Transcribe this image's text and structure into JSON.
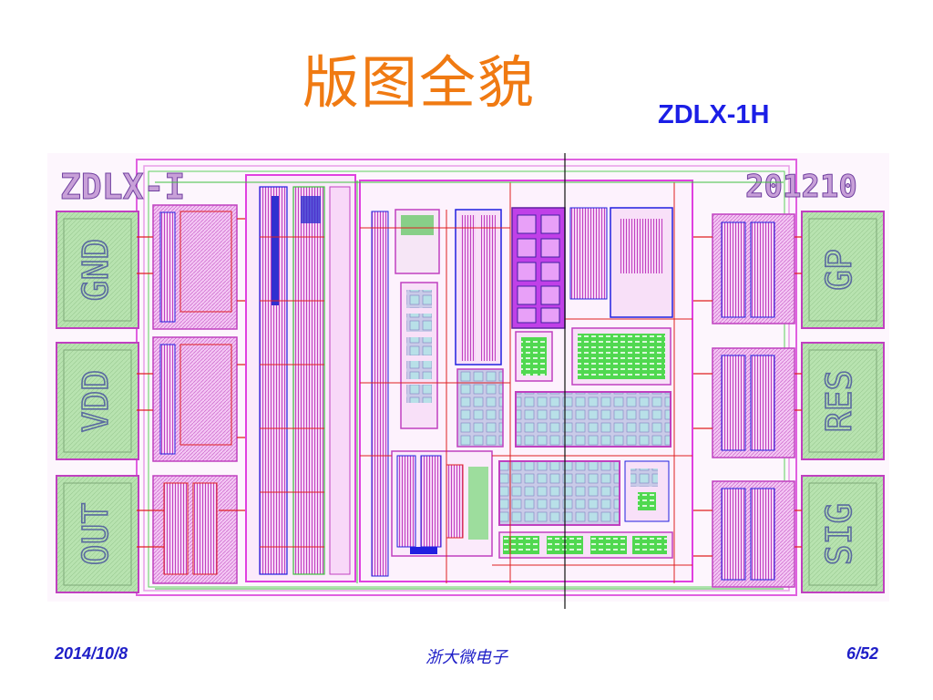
{
  "slide": {
    "title": "版图全貌",
    "chip_id": "ZDLX-1H",
    "die_labels": {
      "top_left": "ZDLX-I",
      "top_right": "201210"
    },
    "pads": [
      "GND",
      "VDD",
      "OUT",
      "GP",
      "RES",
      "SIG"
    ]
  },
  "footer": {
    "date": "2014/10/8",
    "org": "浙大微电子",
    "page": "6/52"
  },
  "colors": {
    "title": "#f07a12",
    "chip_id": "#1b1ee6",
    "footer": "#2020c8",
    "pad_fill": "#b8e3b0",
    "layout_magenta": "#e040e0",
    "layout_red": "#e02020",
    "layout_blue": "#2020e0",
    "layout_green": "#40d040"
  }
}
